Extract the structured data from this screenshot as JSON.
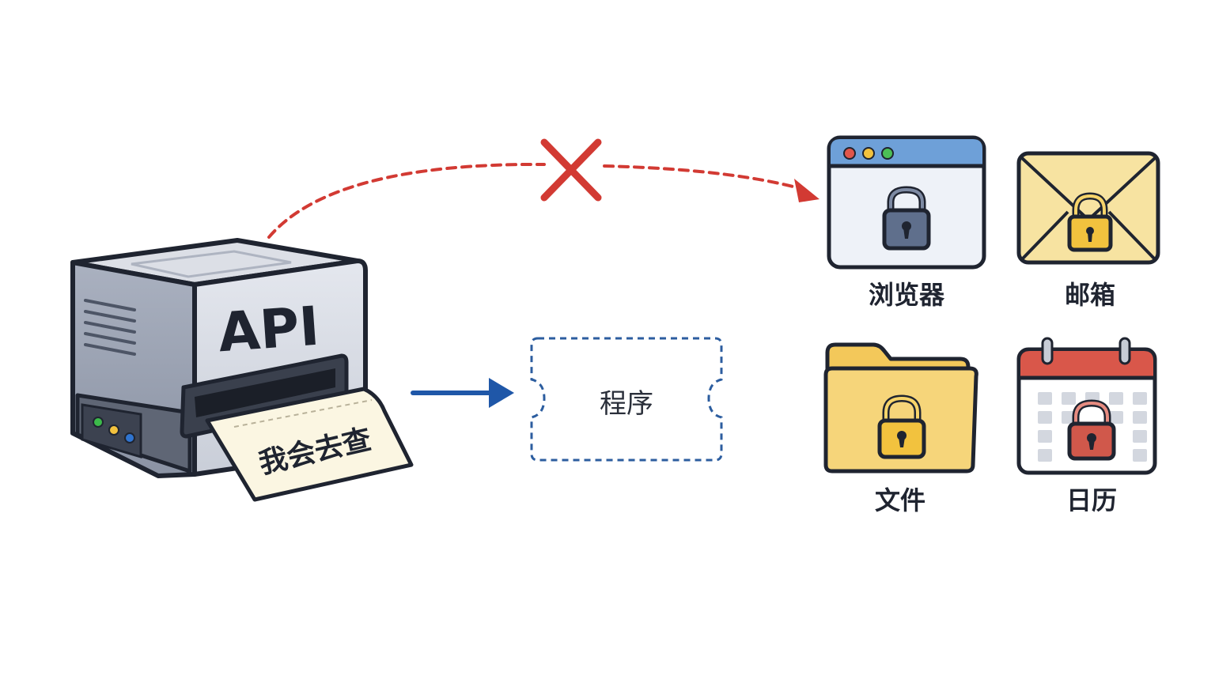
{
  "api_box": {
    "label": "API",
    "ticket_text": "我会去查"
  },
  "program_box": {
    "label": "程序"
  },
  "targets": [
    {
      "id": "browser",
      "label": "浏览器",
      "icon": "browser-window-lock-icon"
    },
    {
      "id": "mail",
      "label": "邮箱",
      "icon": "envelope-lock-icon"
    },
    {
      "id": "files",
      "label": "文件",
      "icon": "folder-lock-icon"
    },
    {
      "id": "calendar",
      "label": "日历",
      "icon": "calendar-lock-icon"
    }
  ],
  "icons": {
    "blocked": "cross-icon",
    "forward": "arrow-right-icon"
  },
  "colors": {
    "blocked_path": "#d23a33",
    "forward_arrow": "#1f57a8",
    "program_border": "#2c5d9f",
    "browser_bar": "#6ea0d8",
    "envelope": "#f7e3a1",
    "folder": "#f6d57a",
    "calendar_header": "#d9574a",
    "lock_gold": "#f2c23e",
    "lock_slate": "#5f6f8c",
    "lock_red": "#d0584b",
    "outline": "#1f2430"
  }
}
